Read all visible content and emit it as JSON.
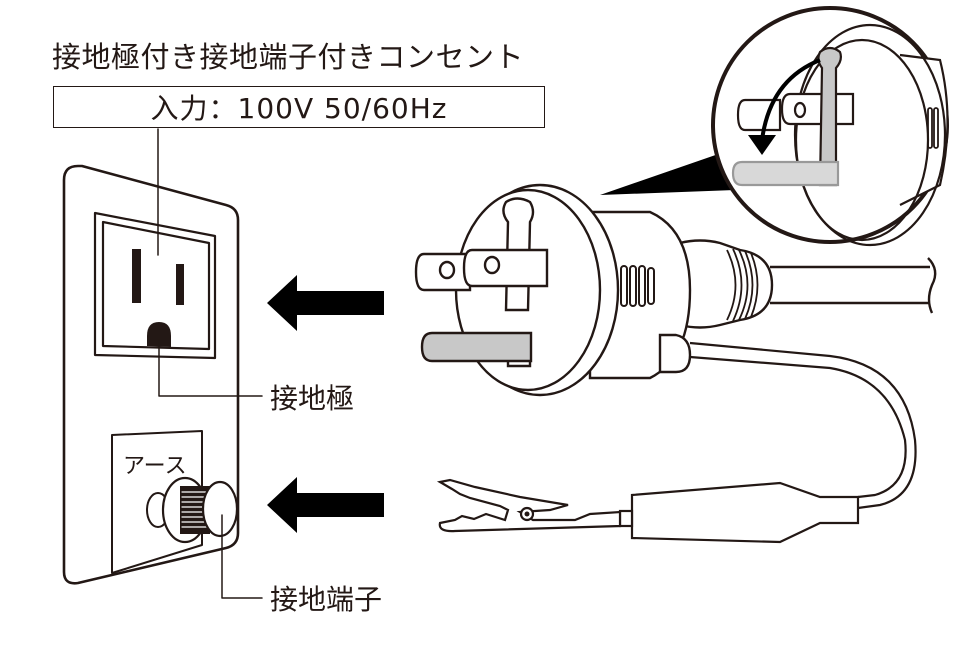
{
  "title": "接地極付き接地端子付きコンセント",
  "spec": "入力：100V 50/60Hz",
  "labels": {
    "ground_pole": "接地極",
    "ground_terminal": "接地端子",
    "earth": "アース"
  },
  "colors": {
    "line": "#231815",
    "ground_pin_fill": "#c8c8c8",
    "background": "#ffffff"
  },
  "icons": {
    "plug_arrow": "left-arrow",
    "clip_arrow": "left-arrow"
  }
}
